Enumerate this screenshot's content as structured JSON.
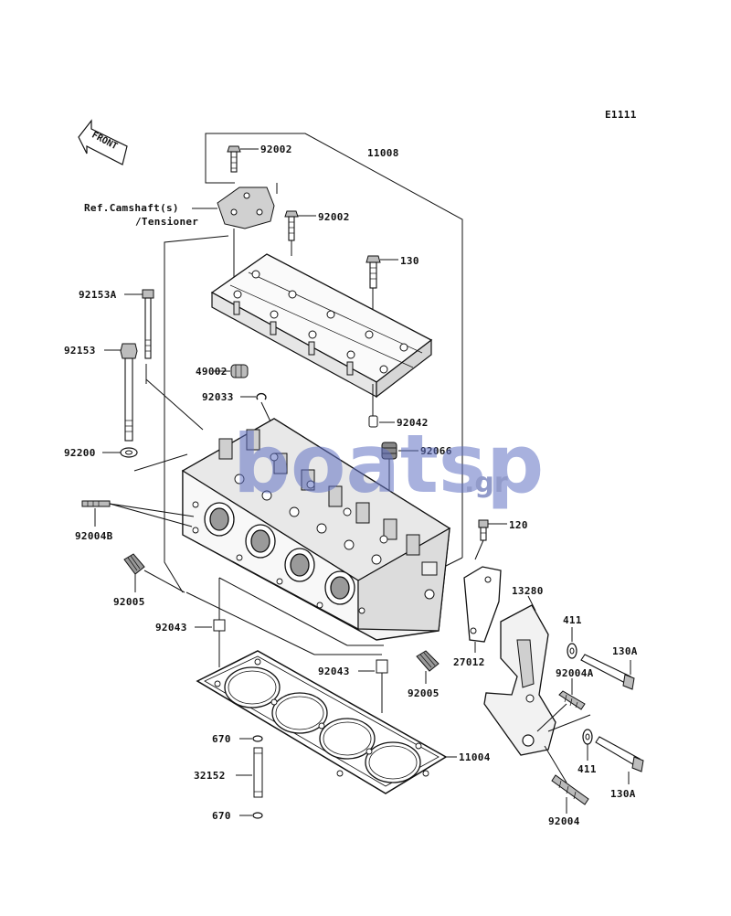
{
  "diagram_code": "E1111",
  "front_arrow_label": "FRONT",
  "ref_note": [
    "Ref.Camshaft(s)",
    "/Tensioner"
  ],
  "watermark": {
    "main": "boatsp",
    "suffix": ".gr",
    "color": "#3a4aa0"
  },
  "labels": {
    "l_11008": "11008",
    "l_92002_a": "92002",
    "l_92002_b": "92002",
    "l_130": "130",
    "l_92153A": "92153A",
    "l_92153": "92153",
    "l_49002": "49002",
    "l_92033": "92033",
    "l_92042": "92042",
    "l_92066": "92066",
    "l_92200": "92200",
    "l_92004B": "92004B",
    "l_120": "120",
    "l_92005_a": "92005",
    "l_13280": "13280",
    "l_411_a": "411",
    "l_130A_a": "130A",
    "l_92043_a": "92043",
    "l_27012": "27012",
    "l_92004A": "92004A",
    "l_92043_b": "92043",
    "l_92005_b": "92005",
    "l_670_a": "670",
    "l_11004": "11004",
    "l_411_b": "411",
    "l_32152": "32152",
    "l_130A_b": "130A",
    "l_670_b": "670",
    "l_92004": "92004"
  }
}
